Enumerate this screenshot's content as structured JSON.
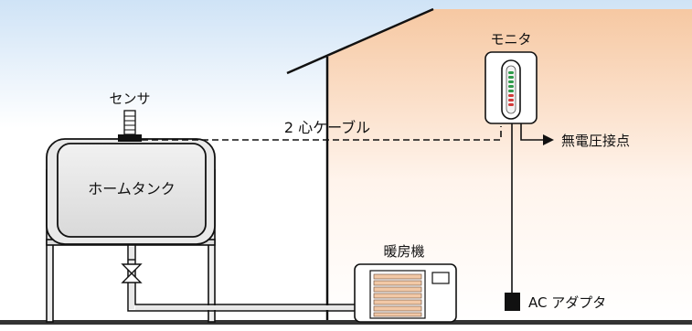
{
  "labels": {
    "sensor": "センサ",
    "monitor": "モニタ",
    "cable": "2 心ケーブル",
    "tank": "ホームタンク",
    "no_voltage_contact": "無電圧接点",
    "heater": "暖房機",
    "ac_adapter": "AC アダプタ"
  },
  "colors": {
    "sky_top": "#cfe3f6",
    "house_wall_warm": "#f6c8a2",
    "heater_grille": "#f2c8a6",
    "gauge_green": "#2e9a4a",
    "gauge_red": "#d23a3a",
    "line": "#111111"
  },
  "icons": [
    "valve-icon",
    "arrow-right-icon",
    "sensor-icon"
  ]
}
